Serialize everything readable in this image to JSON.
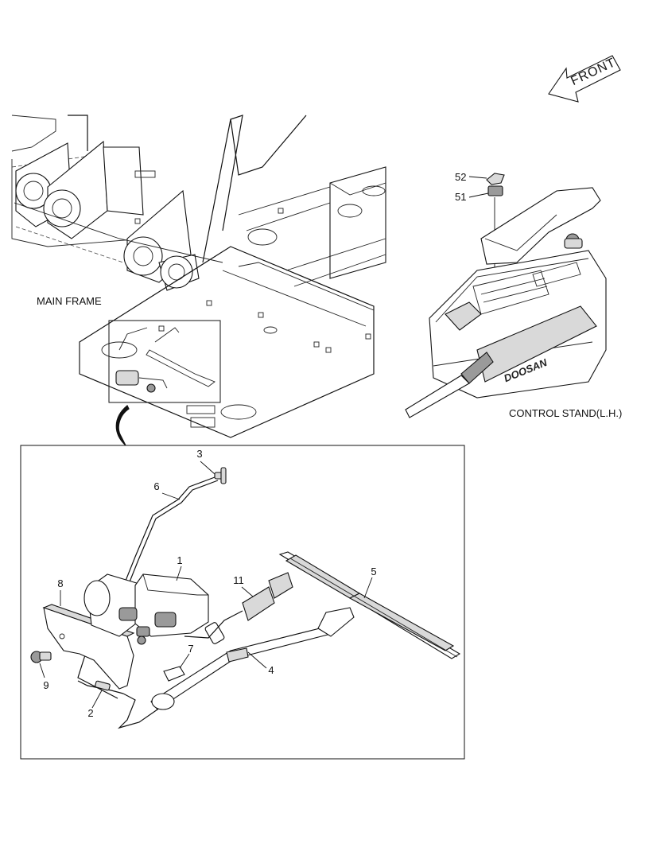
{
  "orientation": {
    "label": "FRONT"
  },
  "views": {
    "main_frame": {
      "label": "MAIN FRAME"
    },
    "control_stand": {
      "label": "CONTROL STAND(L.H.)",
      "brand": "DOOSAN"
    }
  },
  "callouts": {
    "c52": "52",
    "c51": "51",
    "c3": "3",
    "c6": "6",
    "c1": "1",
    "c8": "8",
    "c11": "11",
    "c5": "5",
    "c7": "7",
    "c4": "4",
    "c9": "9",
    "c2": "2"
  }
}
